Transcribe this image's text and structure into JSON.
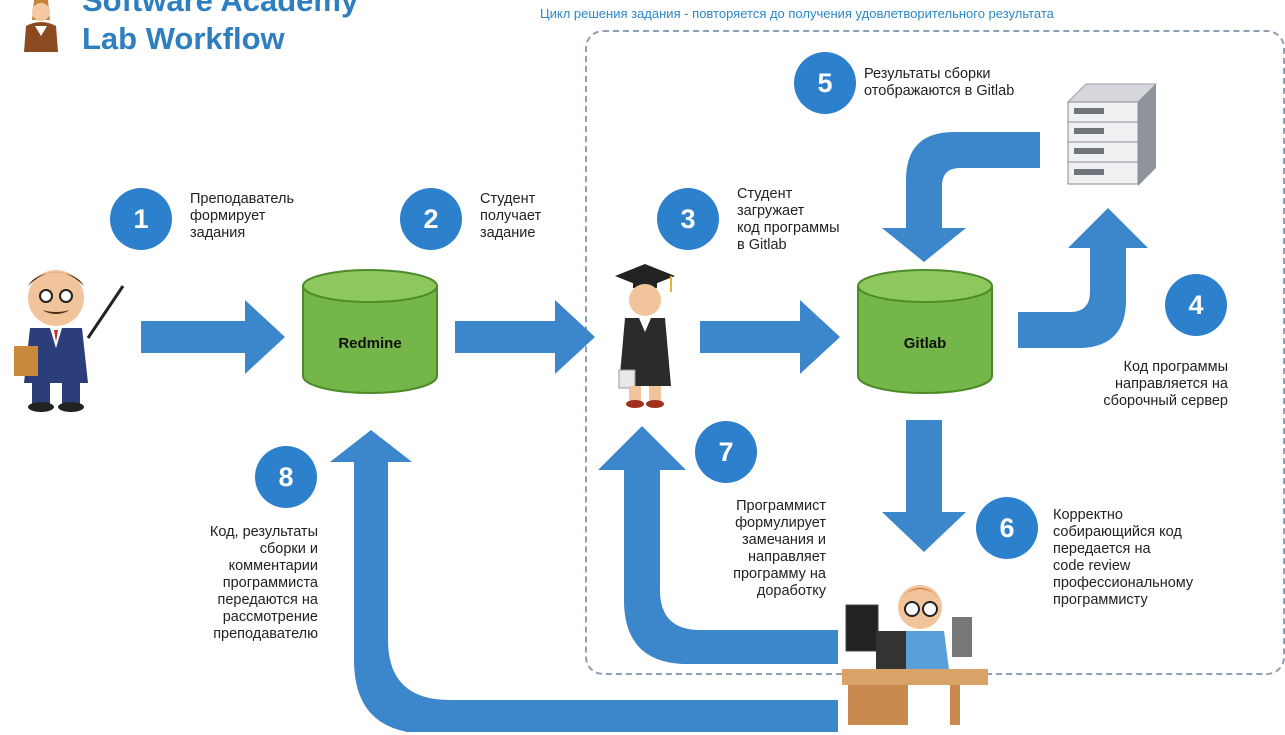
{
  "header": {
    "title_line1": "Software Academy",
    "title_line2": "Lab Workflow",
    "subtitle": "Цикл решения задания - повторяется до получения удовлетворительного результата"
  },
  "steps": [
    {
      "num": "1",
      "text": "Преподаватель\nформирует\nзадания"
    },
    {
      "num": "2",
      "text": "Студент\nполучает\nзадание"
    },
    {
      "num": "3",
      "text": "Студент\nзагружает\nкод программы\nв Gitlab"
    },
    {
      "num": "4",
      "text": "Код программы\nнаправляется на\nсборочный сервер"
    },
    {
      "num": "5",
      "text": "Результаты сборки\nотображаются в Gitlab"
    },
    {
      "num": "6",
      "text": "Корректно\nсобирающийся код\nпередается на\ncode review\nпрофессиональному\nпрограммисту"
    },
    {
      "num": "7",
      "text": "Программист\nформулирует\nзамечания и\nнаправляет\nпрограмму на\nдоработку"
    },
    {
      "num": "8",
      "text": "Код, результаты\nсборки и\nкомментарии\nпрограммиста\nпередаются на\nрассмотрение\nпреподавателю"
    }
  ],
  "nodes": {
    "redmine": "Redmine",
    "gitlab": "Gitlab"
  },
  "colors": {
    "arrow": "#3c86cc",
    "badge": "#2d80cc",
    "db": "#74b64a",
    "title": "#2e7fc0"
  }
}
